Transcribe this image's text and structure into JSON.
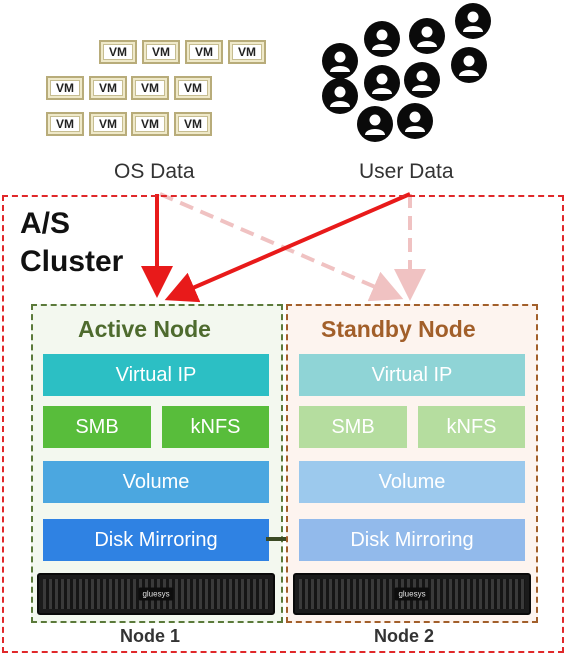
{
  "os_data": {
    "vm_label": "VM",
    "caption": "OS Data"
  },
  "user_data": {
    "caption": "User Data"
  },
  "cluster": {
    "title": "A/S\nCluster"
  },
  "active_node": {
    "title": "Active Node",
    "virtual_ip": "Virtual IP",
    "smb": "SMB",
    "knfs": "kNFS",
    "volume": "Volume",
    "disk_mirroring": "Disk Mirroring",
    "server_badge": "gluesys",
    "label": "Node 1"
  },
  "standby_node": {
    "title": "Standby Node",
    "virtual_ip": "Virtual IP",
    "smb": "SMB",
    "knfs": "kNFS",
    "volume": "Volume",
    "disk_mirroring": "Disk Mirroring",
    "server_badge": "gluesys",
    "label": "Node 2"
  },
  "colors": {
    "active_arrow": "#e81a1a",
    "standby_arrow": "#f0c2c2",
    "active_title": "#4e6b2e",
    "standby_title": "#a25f2a",
    "virtual_ip_active": "#2cbfc4",
    "virtual_ip_standby": "#8fd4d6",
    "smb_active": "#58bd3b",
    "smb_standby": "#b5dd9f",
    "volume_active": "#4ba7e0",
    "volume_standby": "#9cc9ed",
    "disk_active": "#2f82e3",
    "disk_standby": "#92baeb"
  }
}
